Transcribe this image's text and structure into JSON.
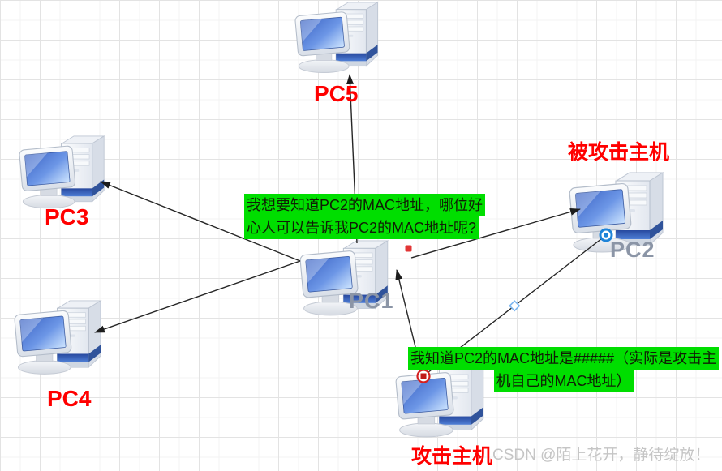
{
  "nodes": {
    "pc1": {
      "label": "PC1"
    },
    "pc2": {
      "label": "PC2"
    },
    "pc3": {
      "label": "PC3"
    },
    "pc4": {
      "label": "PC4"
    },
    "pc5": {
      "label": "PC5"
    }
  },
  "captions": {
    "victim": "被攻击主机",
    "attacker": "攻击主机"
  },
  "bubbles": {
    "request": {
      "lines": [
        "我想要知道PC2的MAC地址，哪位好",
        "心人可以告诉我PC2的MAC地址呢?"
      ]
    },
    "reply": {
      "lines": [
        "我知道PC2的MAC地址是#####（实际是攻击主",
        "机自己的MAC地址）"
      ]
    }
  },
  "watermark": "CSDN @陌上花开，静待绽放！",
  "edges": [
    {
      "from": "pc1",
      "to": "pc3",
      "arrow": true
    },
    {
      "from": "pc1",
      "to": "pc4",
      "arrow": true
    },
    {
      "from": "pc1",
      "to": "pc5",
      "arrow": true
    },
    {
      "from": "pc1",
      "to": "pc2",
      "arrow": true
    },
    {
      "from": "attacker",
      "to": "pc1",
      "arrow": true
    },
    {
      "from": "attacker",
      "to": "pc2",
      "arrow": false,
      "selected": true
    }
  ],
  "colors": {
    "highlight_green": "#00de00",
    "label_red": "#ff0000",
    "pc_label_gray": "#8b95a6",
    "edge_black": "#262626",
    "endpoint_red": "#cf1d1d",
    "endpoint_blue": "#1f84d8",
    "watermark_gray": "#c5c5c5"
  }
}
